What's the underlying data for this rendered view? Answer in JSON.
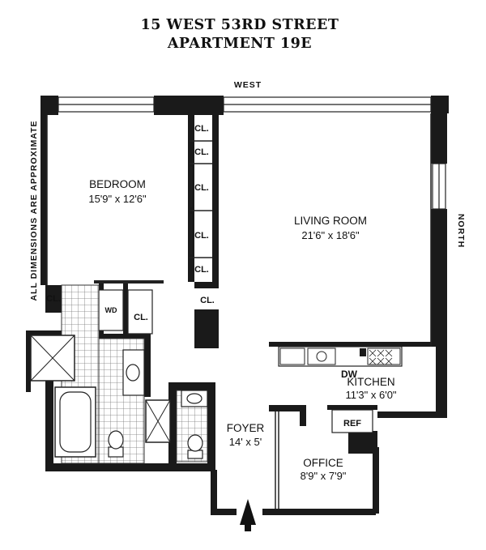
{
  "title": {
    "line1": "15 WEST 53RD STREET",
    "line2": "APARTMENT 19E"
  },
  "compass": {
    "west": "WEST",
    "north": "NORTH"
  },
  "note": "ALL DIMENSIONS ARE APPROXIMATE",
  "rooms": {
    "bedroom": {
      "name": "BEDROOM",
      "dims": "15'9\" x 12'6\""
    },
    "living_room": {
      "name": "LIVING ROOM",
      "dims": "21'6\" x 18'6\""
    },
    "kitchen": {
      "name": "KITCHEN",
      "dims": "11'3\" x 6'0\""
    },
    "foyer": {
      "name": "FOYER",
      "dims": "14' x 5'"
    },
    "office": {
      "name": "OFFICE",
      "dims": "8'9\" x 7'9\""
    }
  },
  "fixtures": {
    "closet": "CL.",
    "washer_dryer": "WD",
    "dishwasher": "DW",
    "refrigerator": "REF"
  }
}
